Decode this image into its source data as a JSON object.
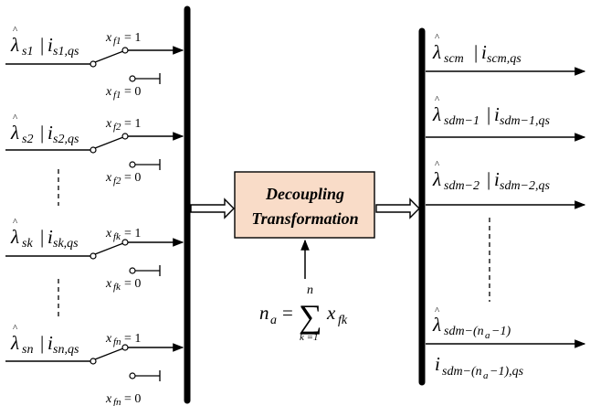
{
  "inputs": [
    {
      "sub": "s1",
      "current_sub": "s1,qs",
      "switch_sub": "f1"
    },
    {
      "sub": "s2",
      "current_sub": "s2,qs",
      "switch_sub": "f2"
    },
    {
      "sub": "sk",
      "current_sub": "sk,qs",
      "switch_sub": "fk"
    },
    {
      "sub": "sn",
      "current_sub": "sn,qs",
      "switch_sub": "fn"
    }
  ],
  "symbols": {
    "hat_lambda": "λ",
    "lambda_hat": "^",
    "separator": "|",
    "current": "i",
    "switch_var": "x",
    "closed_value": "= 1",
    "open_value": "= 0"
  },
  "box": {
    "line1": "Decoupling",
    "line2": "Transformation",
    "fill": "#f9dcc8",
    "border": "#000000"
  },
  "formula": {
    "lhs": "n",
    "lhs_sub": "a",
    "equals": "=",
    "sum": "∑",
    "upper": "n",
    "lower": "k =1",
    "term": "x",
    "term_sub": "fk"
  },
  "outputs": [
    {
      "sub": "scm",
      "current_sub": "scm,qs"
    },
    {
      "sub": "sdm−1",
      "current_sub": "sdm−1,qs"
    },
    {
      "sub": "sdm−2",
      "current_sub": "sdm−2,qs"
    },
    {
      "sub_prefix": "sdm−(n",
      "sub_a": "a",
      "sub_suffix": "−1)",
      "current_prefix": "sdm−(n",
      "current_a": "a",
      "current_suffix": "−1),qs"
    }
  ]
}
